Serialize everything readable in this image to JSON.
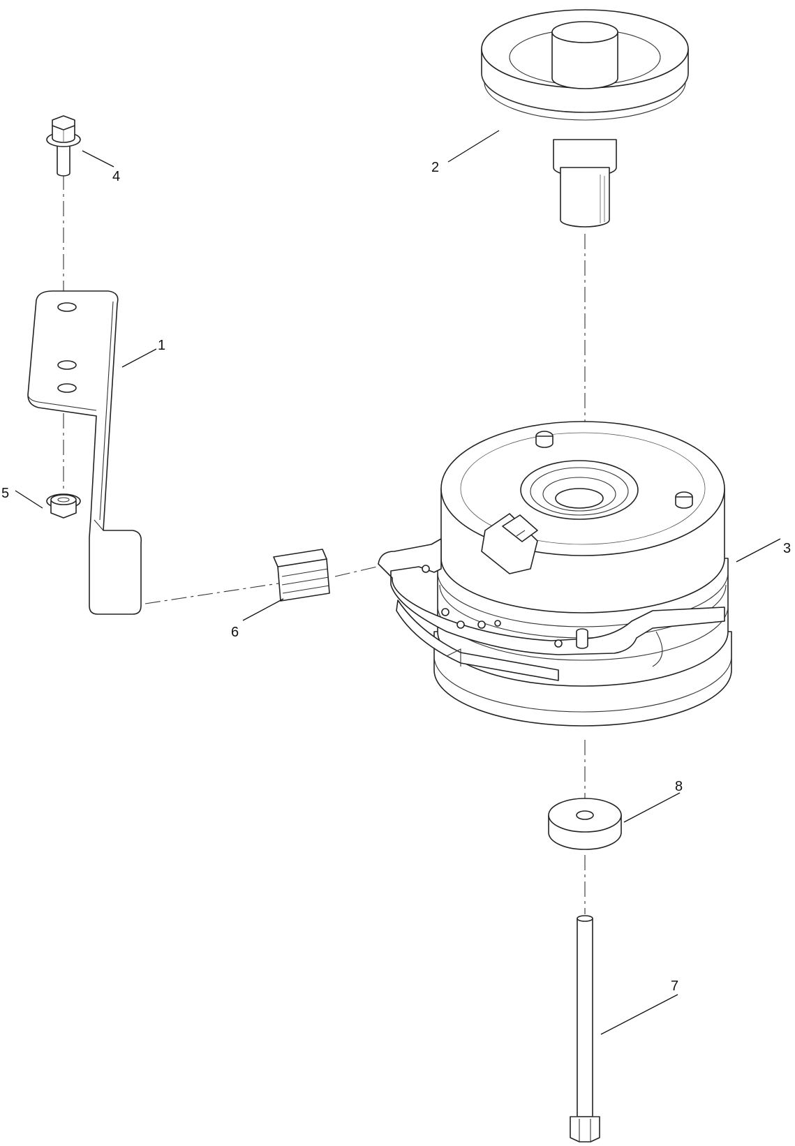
{
  "callouts": [
    {
      "number": "1",
      "part": "mounting-bracket"
    },
    {
      "number": "2",
      "part": "pulley-shaft"
    },
    {
      "number": "3",
      "part": "electric-clutch"
    },
    {
      "number": "4",
      "part": "flange-bolt"
    },
    {
      "number": "5",
      "part": "flange-nut"
    },
    {
      "number": "6",
      "part": "wire-connector"
    },
    {
      "number": "7",
      "part": "long-bolt"
    },
    {
      "number": "8",
      "part": "spacer-washer"
    }
  ],
  "colors": {
    "line": "#222222",
    "fill": "#ffffff",
    "background": "#ffffff"
  }
}
